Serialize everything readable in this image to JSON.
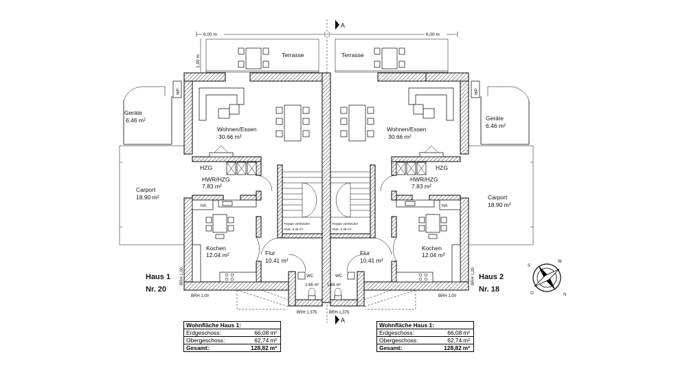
{
  "section": {
    "label": "A"
  },
  "dimensions": {
    "width_left": "6,00 m",
    "width_right": "6,00 m",
    "depth": "1,90 m"
  },
  "houses": [
    {
      "name": "Haus 1",
      "number": "Nr. 20",
      "rooms": {
        "terrace": "Terrasse",
        "heat_pump": "WP",
        "shed": {
          "name": "Geräte",
          "area": "6.46 m²"
        },
        "living": {
          "name": "Wohnen/Essen",
          "area": "30.66 m²"
        },
        "heating": "HZG",
        "utility": {
          "name": "HWR/HZG",
          "area": "7.83 m²"
        },
        "carport": {
          "name": "Carport",
          "area": "18.90 m²"
        },
        "ha": "HA",
        "kitchen": {
          "name": "Kochen",
          "area": "12.04 m²"
        },
        "hall": {
          "name": "Flur",
          "area": "10.41 m²"
        },
        "wc": {
          "name": "WC",
          "area": "1.66 m²"
        },
        "stair_note_1": "Treppe verkleiden",
        "stair_note_2": "Abst. 3.48 m²",
        "brh_side": "BRH 1,00",
        "brh_bottom": "BRH 1,00",
        "brh_wc": "BRH 1,375"
      },
      "summary": {
        "title": "Wohnfläche Haus 1:",
        "ground_label": "Erdgeschoss:",
        "ground_value": "66,08",
        "ground_unit": "m²",
        "upper_label": "Obergeschoss:",
        "upper_value": "62,74",
        "upper_unit": "m²",
        "total_label": "Gesamt:",
        "total_value": "128,82",
        "total_unit": "m²"
      }
    },
    {
      "name": "Haus 2",
      "number": "Nr. 18",
      "rooms": {
        "terrace": "Terrasse",
        "heat_pump": "WP",
        "shed": {
          "name": "Geräte",
          "area": "6.46 m²"
        },
        "living": {
          "name": "Wohnen/Essen",
          "area": "30.66 m²"
        },
        "heating": "HZG",
        "utility": {
          "name": "HWR/HZG",
          "area": "7.83 m²"
        },
        "carport": {
          "name": "Carport",
          "area": "18.90 m²"
        },
        "ha": "HA",
        "kitchen": {
          "name": "Kochen",
          "area": "12.04 m²"
        },
        "hall": {
          "name": "Flur",
          "area": "10.41 m²"
        },
        "wc": {
          "name": "WC",
          "area": "1.66 m²"
        },
        "stair_note_1": "Treppe verkleiden",
        "stair_note_2": "Abst. 3.48 m²",
        "brh_side": "BRH 1,00",
        "brh_bottom": "BRH 1,00",
        "brh_wc": "BRH 1,375"
      },
      "summary": {
        "title": "Wohnfläche Haus 1:",
        "ground_label": "Erdgeschoss:",
        "ground_value": "66,08",
        "ground_unit": "m²",
        "upper_label": "Obergeschoss:",
        "upper_value": "62,74",
        "upper_unit": "m²",
        "total_label": "Gesamt:",
        "total_value": "128,82",
        "total_unit": "m²"
      }
    }
  ],
  "compass": {
    "n": "N",
    "w": "W",
    "s": "S",
    "o": "O"
  }
}
